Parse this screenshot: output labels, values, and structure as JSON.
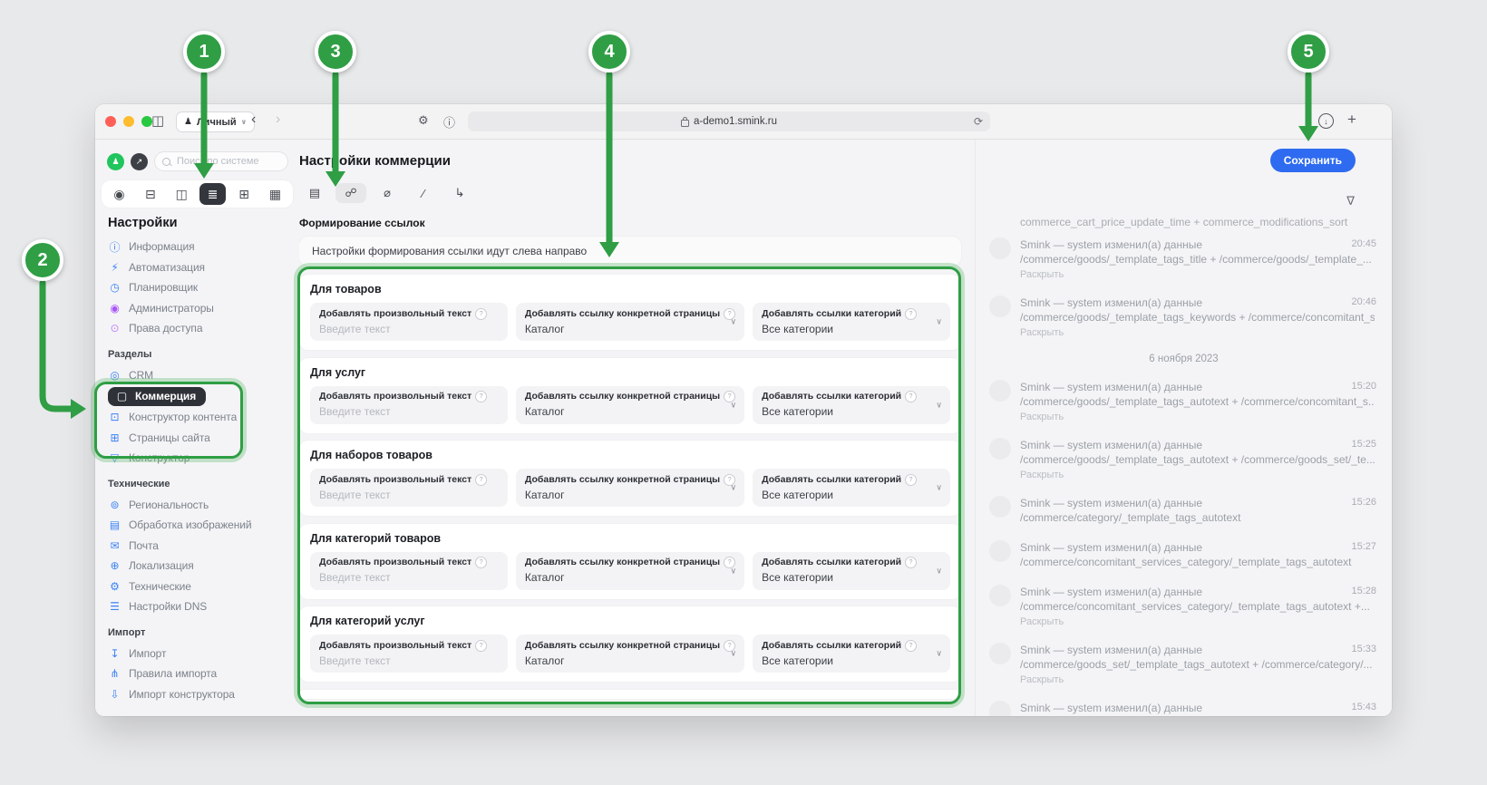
{
  "chrome": {
    "profile_label": "Личный",
    "url": "a-demo1.smink.ru",
    "traffic_colors": [
      "#ff5f57",
      "#febc2e",
      "#28c840"
    ]
  },
  "sidebar": {
    "search_placeholder": "Поиск по системе",
    "tabs": [
      {
        "name": "support-tab",
        "glyph": "◉"
      },
      {
        "name": "display-tab",
        "glyph": "⊟"
      },
      {
        "name": "book-tab",
        "glyph": "◫"
      },
      {
        "name": "sliders-tab",
        "glyph": "≣",
        "selected": true
      },
      {
        "name": "add-tab",
        "glyph": "⊞"
      },
      {
        "name": "brush-tab",
        "glyph": "▦"
      }
    ],
    "groups": [
      {
        "heading": "Настройки",
        "items": [
          {
            "label": "Информация",
            "icon": "info-icon",
            "glyph": "ⓘ",
            "color": "#3b82f6"
          },
          {
            "label": "Автоматизация",
            "icon": "automation-icon",
            "glyph": "⚡",
            "color": "#3b82f6"
          },
          {
            "label": "Планировщик",
            "icon": "scheduler-icon",
            "glyph": "◷",
            "color": "#3b82f6"
          },
          {
            "label": "Администраторы",
            "icon": "admins-icon",
            "glyph": "◉",
            "color": "#a855f7"
          },
          {
            "label": "Права доступа",
            "icon": "access-rights-icon",
            "glyph": "⊙",
            "color": "#c084fc"
          }
        ]
      },
      {
        "heading": "Разделы",
        "items": [
          {
            "label": "CRM",
            "icon": "crm-icon",
            "glyph": "◎",
            "color": "#3b82f6"
          },
          {
            "label": "Коммерция",
            "icon": "commerce-bag-icon",
            "glyph": "▢",
            "color": "#ffffff",
            "selected": true
          },
          {
            "label": "Конструктор контента",
            "icon": "content-builder-icon",
            "glyph": "⊡",
            "color": "#3b82f6"
          },
          {
            "label": "Страницы сайта",
            "icon": "site-pages-icon",
            "glyph": "⊞",
            "color": "#3b82f6"
          },
          {
            "label": "Конструктор",
            "icon": "constructor-icon",
            "glyph": "▽",
            "color": "#3b82f6"
          }
        ]
      },
      {
        "heading": "Технические",
        "items": [
          {
            "label": "Региональность",
            "icon": "regionality-icon",
            "glyph": "⊚",
            "color": "#3b82f6"
          },
          {
            "label": "Обработка изображений",
            "icon": "image-processing-icon",
            "glyph": "▤",
            "color": "#3b82f6"
          },
          {
            "label": "Почта",
            "icon": "mail-icon",
            "glyph": "✉",
            "color": "#3b82f6"
          },
          {
            "label": "Локализация",
            "icon": "localization-icon",
            "glyph": "⊕",
            "color": "#3b82f6"
          },
          {
            "label": "Технические",
            "icon": "technical-gear-icon",
            "glyph": "⚙",
            "color": "#3b82f6"
          },
          {
            "label": "Настройки DNS",
            "icon": "dns-icon",
            "glyph": "☰",
            "color": "#3b82f6"
          }
        ]
      },
      {
        "heading": "Импорт",
        "items": [
          {
            "label": "Импорт",
            "icon": "import-icon",
            "glyph": "↧",
            "color": "#3b82f6"
          },
          {
            "label": "Правила импорта",
            "icon": "import-rules-icon",
            "glyph": "⋔",
            "color": "#3b82f6"
          },
          {
            "label": "Импорт конструктора",
            "icon": "import-constructor-icon",
            "glyph": "⇩",
            "color": "#3b82f6"
          }
        ]
      }
    ]
  },
  "main": {
    "title": "Настройки коммерции",
    "save_button": "Сохранить",
    "save_color": "#2e6bf0",
    "toolbar": [
      {
        "name": "document-tool-icon",
        "glyph": "▤"
      },
      {
        "name": "link-tool-icon",
        "glyph": "☍",
        "selected": true
      },
      {
        "name": "tag-tool-icon",
        "glyph": "⌀"
      },
      {
        "name": "slash-tool-icon",
        "glyph": "∕"
      },
      {
        "name": "elbow-arrow-tool-icon",
        "glyph": "↳"
      }
    ],
    "subtitle": "Формирование ссылок",
    "hint": "Настройки формирования ссылки идут слева направо",
    "section_titles": [
      "Для товаров",
      "Для услуг",
      "Для наборов товаров",
      "Для категорий товаров",
      "Для категорий услуг"
    ],
    "fields": [
      {
        "label": "Добавлять произвольный текст",
        "placeholder": "Введите текст",
        "has_help": true
      },
      {
        "label": "Добавлять ссылку конкретной страницы",
        "value": "Каталог",
        "has_help": true,
        "has_chevron": true
      },
      {
        "label": "Добавлять ссылки категорий",
        "value": "Все категории",
        "has_help": true,
        "has_chevron": true
      }
    ]
  },
  "log": {
    "top_partial": "commerce_cart_price_update_time + commerce_modifications_sort",
    "expand_label": "Раскрыть",
    "items": [
      {
        "type": "entry",
        "title": "Smink — system изменил(а) данные",
        "path": "/commerce/goods/_template_tags_title + /commerce/goods/_template_...",
        "time": "20:45",
        "expand": true
      },
      {
        "type": "entry",
        "title": "Smink — system изменил(а) данные",
        "path": "/commerce/goods/_template_tags_keywords + /commerce/concomitant_s...",
        "time": "20:46",
        "expand": true
      },
      {
        "type": "date",
        "label": "6 ноября 2023"
      },
      {
        "type": "entry",
        "title": "Smink — system изменил(а) данные",
        "path": "/commerce/goods/_template_tags_autotext + /commerce/concomitant_s...",
        "time": "15:20",
        "expand": true
      },
      {
        "type": "entry",
        "title": "Smink — system изменил(а) данные",
        "path": "/commerce/goods/_template_tags_autotext + /commerce/goods_set/_te...",
        "time": "15:25",
        "expand": true
      },
      {
        "type": "entry",
        "title": "Smink — system изменил(а) данные",
        "path": "/commerce/category/_template_tags_autotext",
        "time": "15:26",
        "expand": false
      },
      {
        "type": "entry",
        "title": "Smink — system изменил(а) данные",
        "path": "/commerce/concomitant_services_category/_template_tags_autotext",
        "time": "15:27",
        "expand": false
      },
      {
        "type": "entry",
        "title": "Smink — system изменил(а) данные",
        "path": "/commerce/concomitant_services_category/_template_tags_autotext +...",
        "time": "15:28",
        "expand": true
      },
      {
        "type": "entry",
        "title": "Smink — system изменил(а) данные",
        "path": "/commerce/goods_set/_template_tags_autotext + /commerce/category/...",
        "time": "15:33",
        "expand": true
      },
      {
        "type": "entry",
        "title": "Smink — system изменил(а) данные",
        "path": "",
        "time": "15:43",
        "expand": false
      }
    ]
  },
  "annotations": {
    "color": "#2f9e44",
    "badges": [
      {
        "n": "1"
      },
      {
        "n": "2"
      },
      {
        "n": "3"
      },
      {
        "n": "4"
      },
      {
        "n": "5"
      }
    ]
  }
}
